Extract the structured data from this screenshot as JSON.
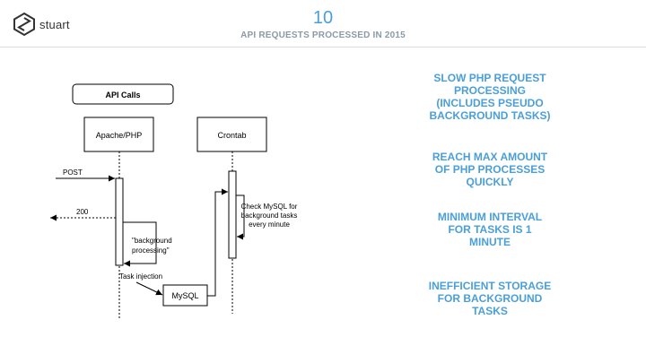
{
  "header": {
    "logo_text": "stuart",
    "slide_number": "10",
    "title": "API REQUESTS PROCESSED IN 2015"
  },
  "diagram": {
    "group_label": "API Calls",
    "lane_apache": "Apache/PHP",
    "lane_crontab": "Crontab",
    "msg_post": "POST",
    "msg_200": "200",
    "note_background_1": "\"background",
    "note_background_2": "processing\"",
    "msg_task_injection": "Task injection",
    "mysql_label": "MySQL",
    "note_check_1": "Check MySQL for",
    "note_check_2": "background tasks",
    "note_check_3": "every minute"
  },
  "points": [
    "SLOW PHP REQUEST PROCESSING (INCLUDES PSEUDO BACKGROUND TASKS)",
    "REACH MAX AMOUNT OF PHP PROCESSES QUICKLY",
    "MINIMUM INTERVAL FOR TASKS IS 1 MINUTE",
    "INEFFICIENT STORAGE FOR BACKGROUND TASKS"
  ],
  "colors": {
    "accent": "#4a9fd8",
    "subtitle": "#8a9aa8"
  }
}
